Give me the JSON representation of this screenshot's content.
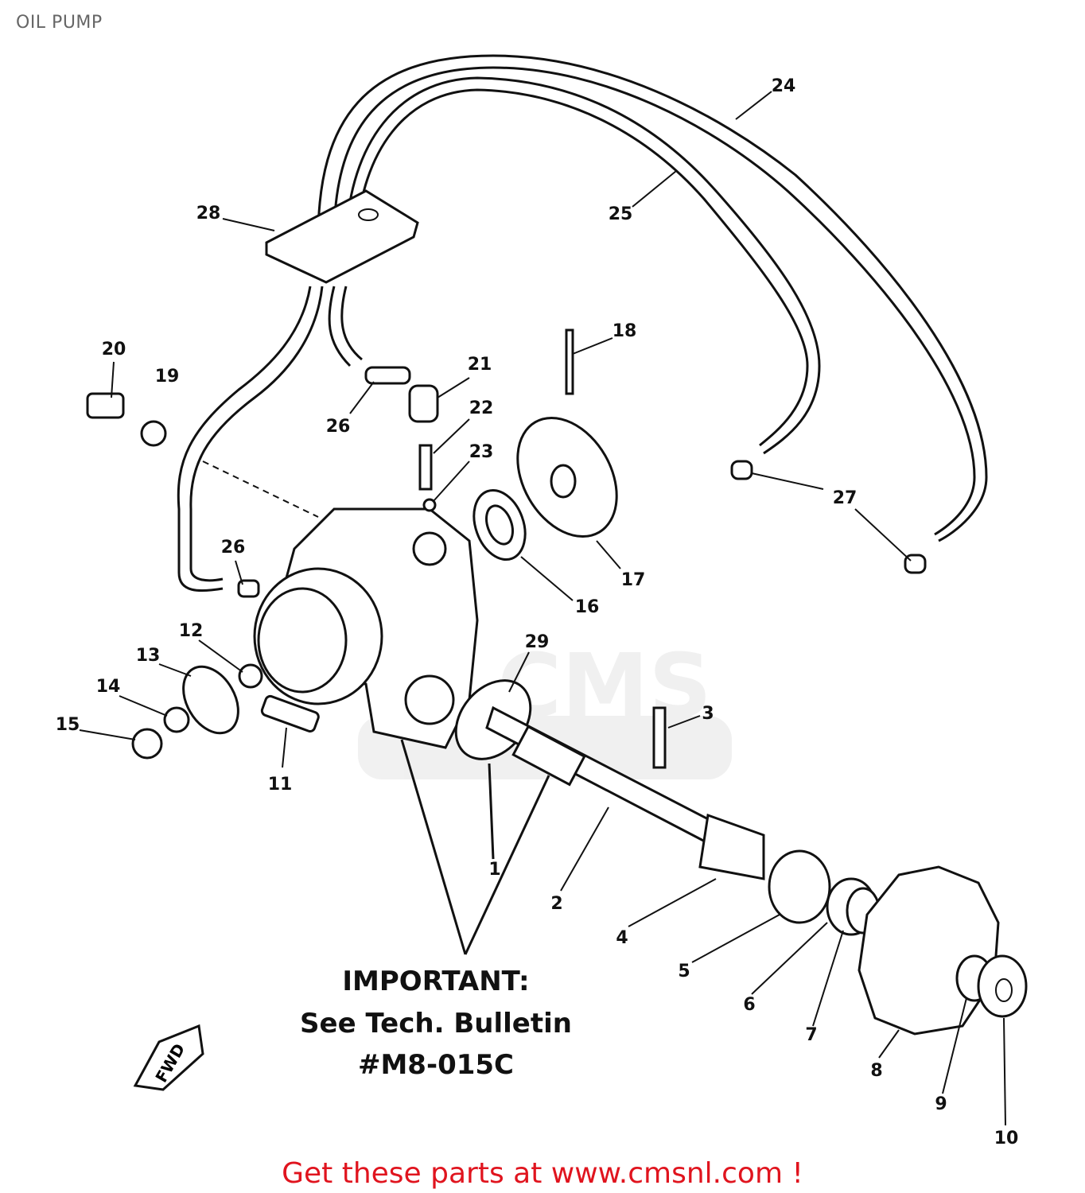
{
  "title": "OIL PUMP",
  "callouts": [
    "24",
    "25",
    "28",
    "18",
    "20",
    "19",
    "21",
    "22",
    "26",
    "23",
    "27",
    "17",
    "26",
    "16",
    "12",
    "13",
    "29",
    "14",
    "15",
    "3",
    "11",
    "1",
    "2",
    "4",
    "5",
    "6",
    "7",
    "8",
    "9",
    "10"
  ],
  "note": {
    "line1": "IMPORTANT:",
    "line2": "See Tech. Bulletin",
    "line3": "#M8-015C"
  },
  "fwd_marker": "FWD",
  "watermark": "CMS",
  "cta": "Get these parts at www.cmsnl.com !"
}
